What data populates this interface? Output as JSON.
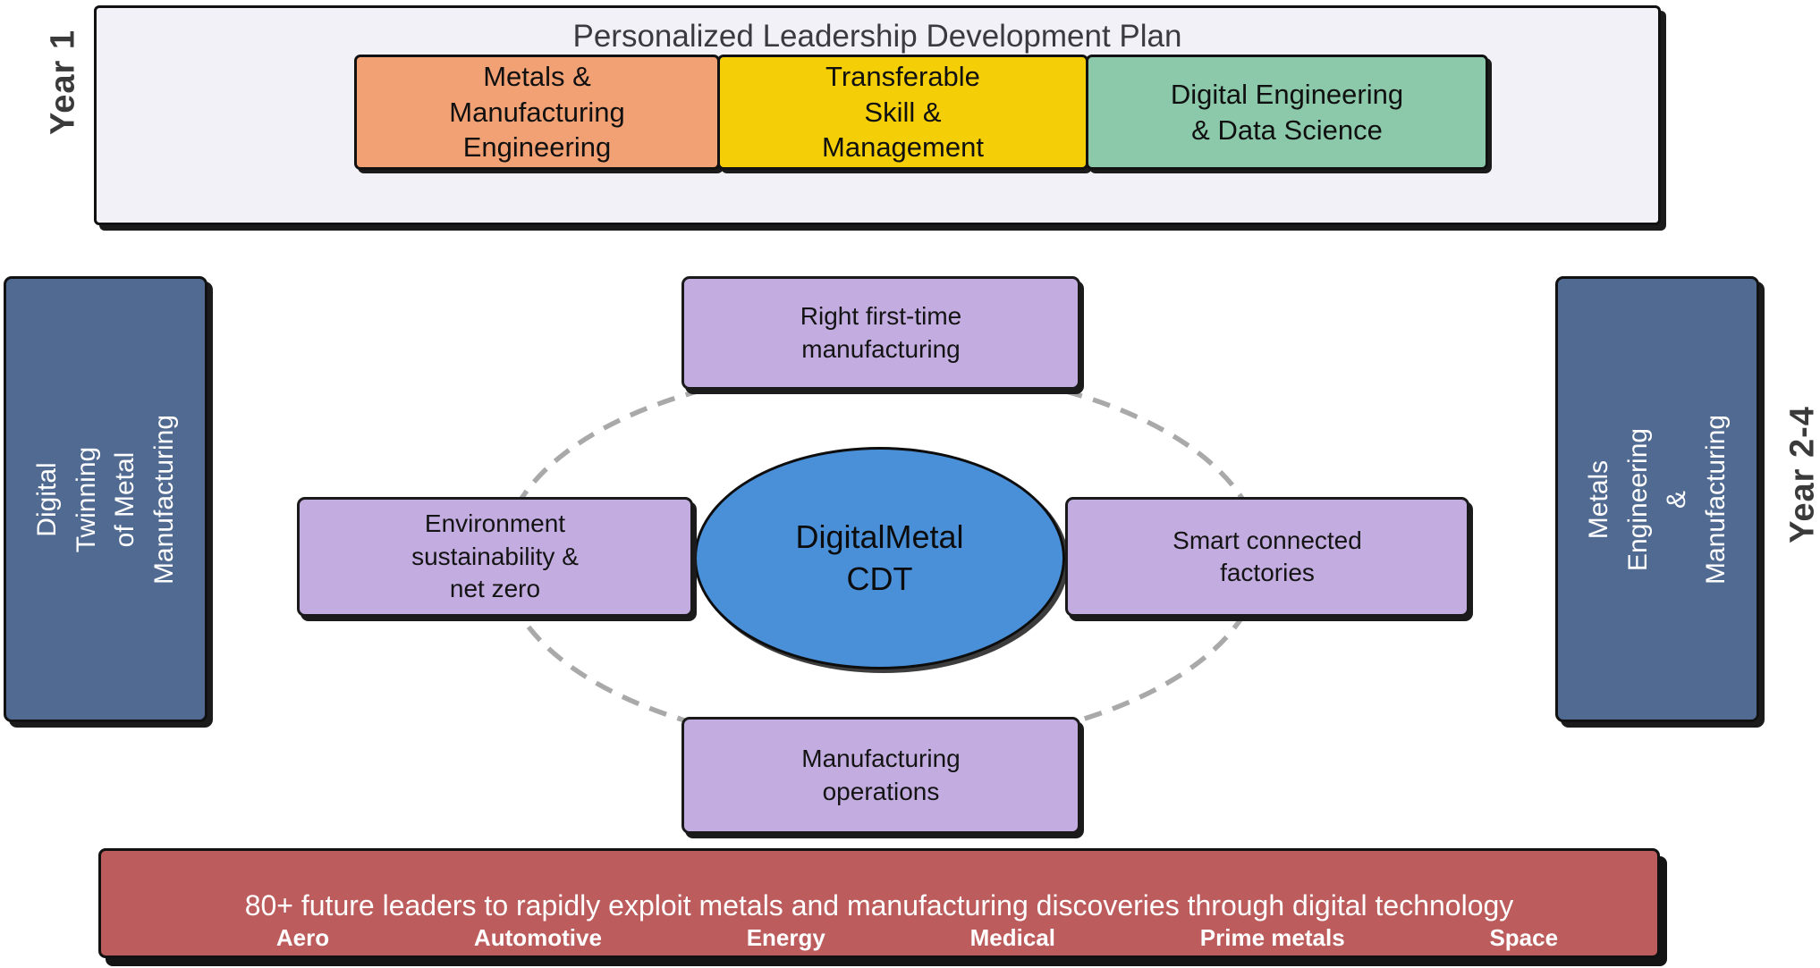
{
  "years": {
    "left": "Year 1",
    "right": "Year 2-4"
  },
  "top_panel": {
    "title": "Personalized Leadership Development Plan",
    "tracks": [
      {
        "label": "Metals &\nManufacturing\nEngineering",
        "color": "#F2A175"
      },
      {
        "label": "Transferable\nSkill &\nManagement",
        "color": "#F4CF08"
      },
      {
        "label": "Digital Engineering\n& Data Science",
        "color": "#8CC9AB"
      }
    ]
  },
  "side_panels": {
    "left": {
      "label": "Digital Twinning\nof Metal\nManufacturing"
    },
    "right": {
      "label": "Metals Engineering\n& Manufacturing"
    }
  },
  "hub": {
    "label": "DigitalMetal\nCDT"
  },
  "themes": {
    "top": {
      "label": "Right first-time\nmanufacturing"
    },
    "left": {
      "label": "Environment\nsustainability &\nnet zero"
    },
    "right": {
      "label": "Smart connected\nfactories"
    },
    "bottom": {
      "label": "Manufacturing\noperations"
    }
  },
  "banner": {
    "headline": "80+ future leaders to rapidly exploit metals and manufacturing discoveries through digital technology",
    "sectors": [
      "Aero",
      "Automotive",
      "Energy",
      "Medical",
      "Prime metals",
      "Space"
    ]
  },
  "colors": {
    "track-orange": "#F2A175",
    "track-yellow": "#F4CF08",
    "track-green": "#8CC9AB",
    "theme-purple": "#C3ADE0",
    "hub-blue": "#4A90D9",
    "side-blue": "#506A92",
    "banner-red": "#BC5C5C",
    "panel-bg": "#F1F1F7",
    "outline": "#111111",
    "dash-gray": "#A9A9A9"
  }
}
